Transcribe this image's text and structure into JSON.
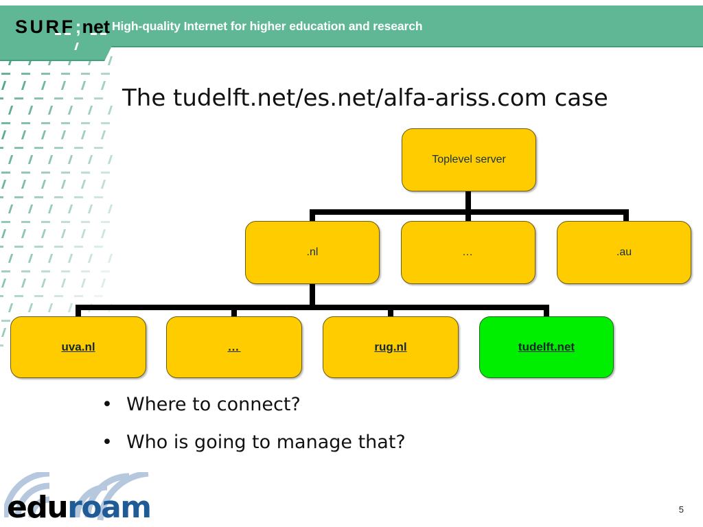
{
  "header": {
    "brand_surf": "SURF",
    "brand_semicolon": ";",
    "brand_net": "net",
    "tagline": "High-quality Internet for higher education and research",
    "band_color": "#5fb795",
    "band_border_color": "#3f9e7c"
  },
  "slide": {
    "title": "The tudelft.net/es.net/alfa-ariss.com case",
    "page_number": "5",
    "background_color": "#ffffff"
  },
  "diagram": {
    "type": "tree",
    "node_fill_default": "#ffcc00",
    "node_fill_highlight": "#00ee00",
    "connector_color": "#000000",
    "levels": [
      {
        "level": 1,
        "nodes": [
          {
            "id": "toplevel",
            "label": "Toplevel server",
            "fill": "#ffcc00",
            "style": "plain"
          }
        ]
      },
      {
        "level": 2,
        "nodes": [
          {
            "id": "nl",
            "label": ".nl",
            "fill": "#ffcc00",
            "style": "plain"
          },
          {
            "id": "tld-ellipsis",
            "label": "…",
            "fill": "#ffcc00",
            "style": "plain"
          },
          {
            "id": "au",
            "label": ".au",
            "fill": "#ffcc00",
            "style": "plain"
          }
        ]
      },
      {
        "level": 3,
        "nodes": [
          {
            "id": "uva",
            "label": "uva.nl",
            "fill": "#ffcc00",
            "style": "link"
          },
          {
            "id": "leaf-ellipsis",
            "label": "…",
            "fill": "#ffcc00",
            "style": "link"
          },
          {
            "id": "rug",
            "label": "rug.nl",
            "fill": "#ffcc00",
            "style": "link"
          },
          {
            "id": "tudelft",
            "label": "tudelft.net",
            "fill": "#00ee00",
            "style": "link"
          }
        ]
      }
    ]
  },
  "bullets": [
    {
      "marker": "•",
      "text": "Where to connect?"
    },
    {
      "marker": "•",
      "text": "Who is going to manage that?"
    }
  ],
  "eduroam_logo": {
    "part_one": "edu",
    "part_two": "roam",
    "part_one_color": "#000000",
    "part_two_color": "#1f5c96",
    "arc_color": "#b6c8de"
  }
}
